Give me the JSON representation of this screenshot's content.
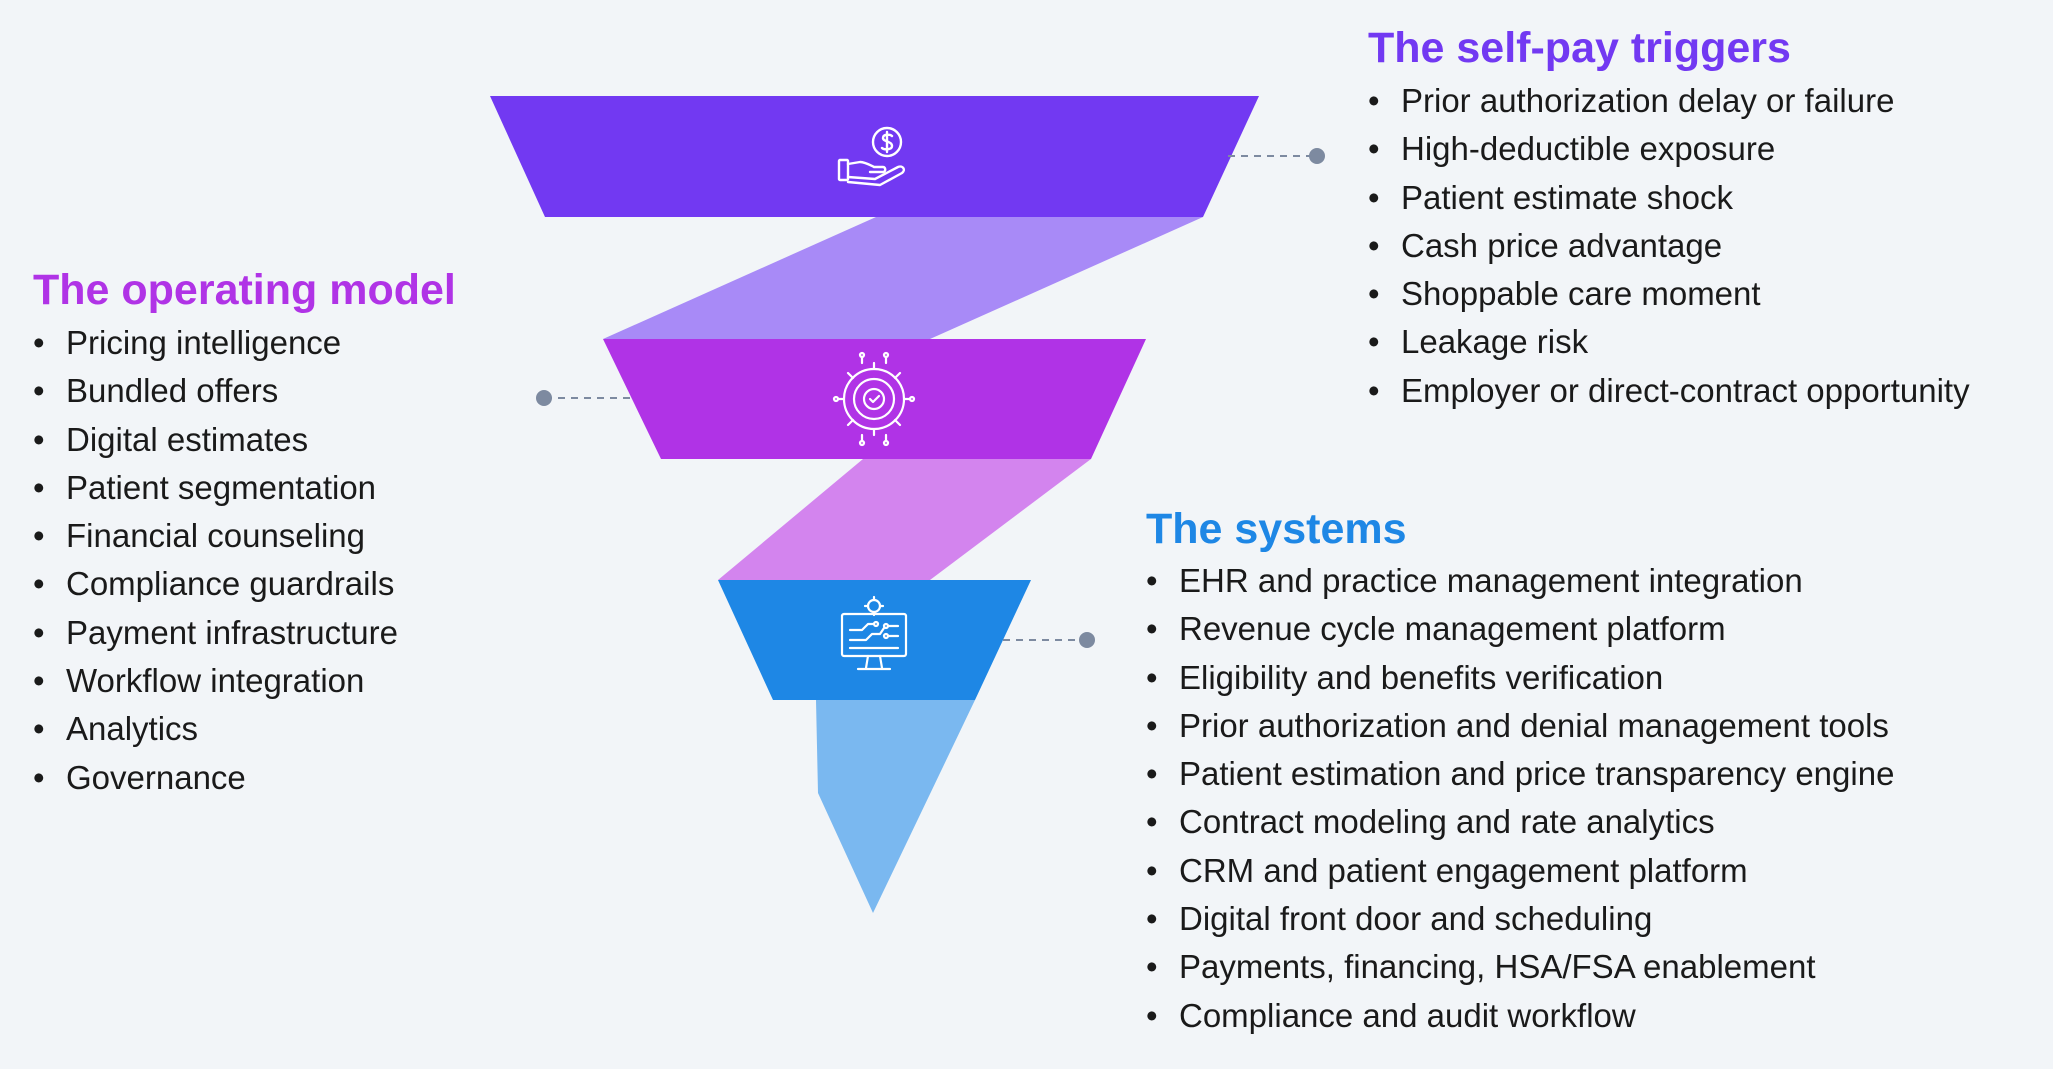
{
  "triggers": {
    "title": "The self-pay triggers",
    "items": [
      "Prior authorization delay or failure",
      "High-deductible exposure",
      "Patient estimate shock",
      "Cash price advantage",
      "Shoppable care moment",
      "Leakage risk",
      "Employer or direct-contract opportunity"
    ]
  },
  "operating_model": {
    "title": "The operating model",
    "items": [
      "Pricing intelligence",
      "Bundled offers",
      "Digital estimates",
      "Patient segmentation",
      "Financial counseling",
      "Compliance guardrails",
      "Payment infrastructure",
      "Workflow integration",
      "Analytics",
      "Governance"
    ]
  },
  "systems": {
    "title": "The systems",
    "items": [
      "EHR and practice management integration",
      "Revenue cycle management platform",
      "Eligibility and benefits verification",
      "Prior authorization and denial management tools",
      "Patient estimation and price transparency engine",
      "Contract modeling and rate analytics",
      "CRM and patient engagement platform",
      "Digital front door and scheduling",
      "Payments, financing, HSA/FSA enablement",
      "Compliance and audit workflow"
    ]
  },
  "colors": {
    "triggers": "#7239f2",
    "operating": "#b033e6",
    "systems": "#1e87e5",
    "connector": "#7d8aa0"
  },
  "icons": {
    "stage1": "hand-dollar-icon",
    "stage2": "gear-circuit-icon",
    "stage3": "monitor-gear-icon"
  }
}
